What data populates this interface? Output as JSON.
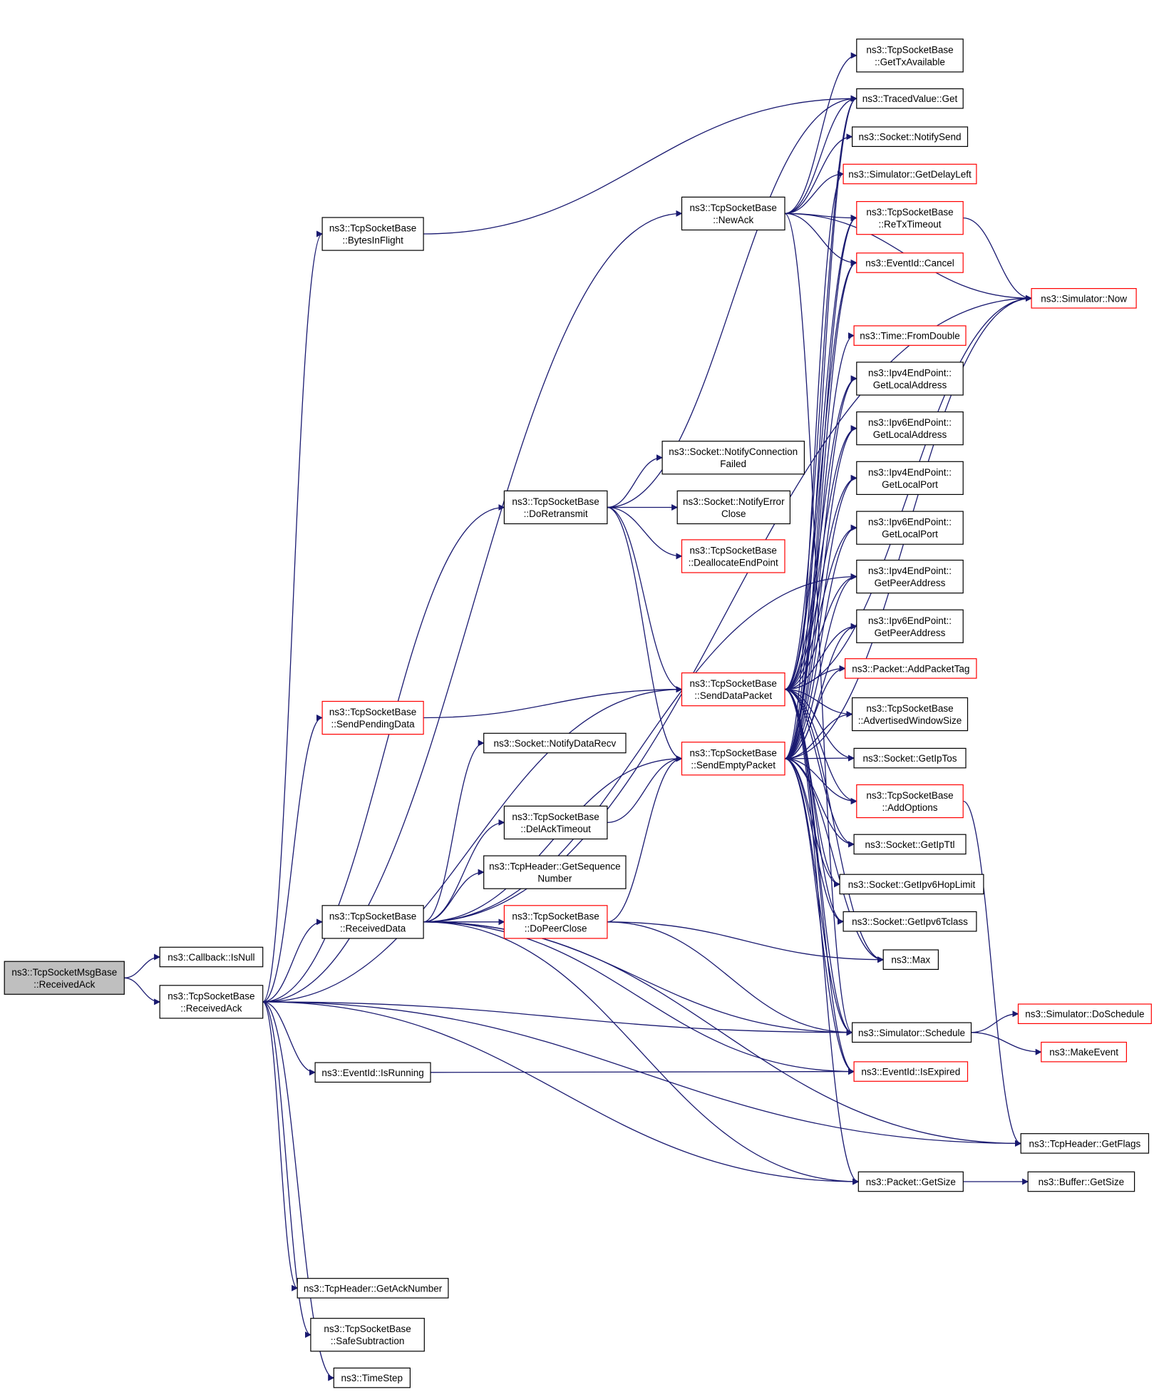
{
  "colors": {
    "edge": "#191970",
    "border_normal": "#000000",
    "border_truncated": "#ff0000",
    "fill_root": "#bfbfbf",
    "fill_node": "#ffffff"
  },
  "nodes": [
    {
      "id": "root",
      "lines": [
        "ns3::TcpSocketMsgBase",
        "::ReceivedAck"
      ],
      "style": "root"
    },
    {
      "id": "isnull",
      "lines": [
        "ns3::Callback::IsNull"
      ],
      "style": "normal"
    },
    {
      "id": "receivedack",
      "lines": [
        "ns3::TcpSocketBase",
        "::ReceivedAck"
      ],
      "style": "normal"
    },
    {
      "id": "bytesinflight",
      "lines": [
        "ns3::TcpSocketBase",
        "::BytesInFlight"
      ],
      "style": "normal"
    },
    {
      "id": "sendpendingdata",
      "lines": [
        "ns3::TcpSocketBase",
        "::SendPendingData"
      ],
      "style": "truncated"
    },
    {
      "id": "receiveddata",
      "lines": [
        "ns3::TcpSocketBase",
        "::ReceivedData"
      ],
      "style": "normal"
    },
    {
      "id": "isrunning",
      "lines": [
        "ns3::EventId::IsRunning"
      ],
      "style": "normal"
    },
    {
      "id": "getacknumber",
      "lines": [
        "ns3::TcpHeader::GetAckNumber"
      ],
      "style": "normal"
    },
    {
      "id": "safesub",
      "lines": [
        "ns3::TcpSocketBase",
        "::SafeSubtraction"
      ],
      "style": "normal"
    },
    {
      "id": "timestep",
      "lines": [
        "ns3::TimeStep"
      ],
      "style": "normal"
    },
    {
      "id": "newack",
      "lines": [
        "ns3::TcpSocketBase",
        "::NewAck"
      ],
      "style": "normal"
    },
    {
      "id": "doretransmit",
      "lines": [
        "ns3::TcpSocketBase",
        "::DoRetransmit"
      ],
      "style": "normal"
    },
    {
      "id": "notifyconnfailed",
      "lines": [
        "ns3::Socket::NotifyConnection",
        "Failed"
      ],
      "style": "normal"
    },
    {
      "id": "notifyerrorclose",
      "lines": [
        "ns3::Socket::NotifyError",
        "Close"
      ],
      "style": "normal"
    },
    {
      "id": "deallocendpoint",
      "lines": [
        "ns3::TcpSocketBase",
        "::DeallocateEndPoint"
      ],
      "style": "truncated"
    },
    {
      "id": "senddatapacket",
      "lines": [
        "ns3::TcpSocketBase",
        "::SendDataPacket"
      ],
      "style": "truncated"
    },
    {
      "id": "notifydatarecv",
      "lines": [
        "ns3::Socket::NotifyDataRecv"
      ],
      "style": "normal"
    },
    {
      "id": "sendemptypacket",
      "lines": [
        "ns3::TcpSocketBase",
        "::SendEmptyPacket"
      ],
      "style": "truncated"
    },
    {
      "id": "delacktimeout",
      "lines": [
        "ns3::TcpSocketBase",
        "::DelAckTimeout"
      ],
      "style": "normal"
    },
    {
      "id": "getseqnum",
      "lines": [
        "ns3::TcpHeader::GetSequence",
        "Number"
      ],
      "style": "normal"
    },
    {
      "id": "dopeerclose",
      "lines": [
        "ns3::TcpSocketBase",
        "::DoPeerClose"
      ],
      "style": "truncated"
    },
    {
      "id": "gettxavail",
      "lines": [
        "ns3::TcpSocketBase",
        "::GetTxAvailable"
      ],
      "style": "normal"
    },
    {
      "id": "tracedget",
      "lines": [
        "ns3::TracedValue::Get"
      ],
      "style": "normal"
    },
    {
      "id": "notifysend",
      "lines": [
        "ns3::Socket::NotifySend"
      ],
      "style": "normal"
    },
    {
      "id": "getdelayleft",
      "lines": [
        "ns3::Simulator::GetDelayLeft"
      ],
      "style": "truncated"
    },
    {
      "id": "retxtimeout",
      "lines": [
        "ns3::TcpSocketBase",
        "::ReTxTimeout"
      ],
      "style": "truncated"
    },
    {
      "id": "cancel",
      "lines": [
        "ns3::EventId::Cancel"
      ],
      "style": "truncated"
    },
    {
      "id": "fromdouble",
      "lines": [
        "ns3::Time::FromDouble"
      ],
      "style": "truncated"
    },
    {
      "id": "ipv4localaddr",
      "lines": [
        "ns3::Ipv4EndPoint::",
        "GetLocalAddress"
      ],
      "style": "normal"
    },
    {
      "id": "ipv6localaddr",
      "lines": [
        "ns3::Ipv6EndPoint::",
        "GetLocalAddress"
      ],
      "style": "normal"
    },
    {
      "id": "ipv4localport",
      "lines": [
        "ns3::Ipv4EndPoint::",
        "GetLocalPort"
      ],
      "style": "normal"
    },
    {
      "id": "ipv6localport",
      "lines": [
        "ns3::Ipv6EndPoint::",
        "GetLocalPort"
      ],
      "style": "normal"
    },
    {
      "id": "ipv4peeraddr",
      "lines": [
        "ns3::Ipv4EndPoint::",
        "GetPeerAddress"
      ],
      "style": "normal"
    },
    {
      "id": "ipv6peeraddr",
      "lines": [
        "ns3::Ipv6EndPoint::",
        "GetPeerAddress"
      ],
      "style": "normal"
    },
    {
      "id": "addpackettag",
      "lines": [
        "ns3::Packet::AddPacketTag"
      ],
      "style": "truncated"
    },
    {
      "id": "advwinsize",
      "lines": [
        "ns3::TcpSocketBase",
        "::AdvertisedWindowSize"
      ],
      "style": "normal"
    },
    {
      "id": "getiptos",
      "lines": [
        "ns3::Socket::GetIpTos"
      ],
      "style": "normal"
    },
    {
      "id": "addoptions",
      "lines": [
        "ns3::TcpSocketBase",
        "::AddOptions"
      ],
      "style": "truncated"
    },
    {
      "id": "getipttl",
      "lines": [
        "ns3::Socket::GetIpTtl"
      ],
      "style": "normal"
    },
    {
      "id": "getipv6hop",
      "lines": [
        "ns3::Socket::GetIpv6HopLimit"
      ],
      "style": "normal"
    },
    {
      "id": "getipv6tclass",
      "lines": [
        "ns3::Socket::GetIpv6Tclass"
      ],
      "style": "normal"
    },
    {
      "id": "max",
      "lines": [
        "ns3::Max"
      ],
      "style": "normal"
    },
    {
      "id": "schedule",
      "lines": [
        "ns3::Simulator::Schedule"
      ],
      "style": "normal"
    },
    {
      "id": "isexpired",
      "lines": [
        "ns3::EventId::IsExpired"
      ],
      "style": "truncated"
    },
    {
      "id": "packetgetsize",
      "lines": [
        "ns3::Packet::GetSize"
      ],
      "style": "normal"
    },
    {
      "id": "now",
      "lines": [
        "ns3::Simulator::Now"
      ],
      "style": "truncated"
    },
    {
      "id": "doschedule",
      "lines": [
        "ns3::Simulator::DoSchedule"
      ],
      "style": "truncated"
    },
    {
      "id": "makeevent",
      "lines": [
        "ns3::MakeEvent"
      ],
      "style": "truncated"
    },
    {
      "id": "getflags",
      "lines": [
        "ns3::TcpHeader::GetFlags"
      ],
      "style": "normal"
    },
    {
      "id": "buffergetsize",
      "lines": [
        "ns3::Buffer::GetSize"
      ],
      "style": "normal"
    }
  ],
  "edges": [
    [
      "root",
      "isnull"
    ],
    [
      "root",
      "receivedack"
    ],
    [
      "receivedack",
      "bytesinflight"
    ],
    [
      "receivedack",
      "newack"
    ],
    [
      "receivedack",
      "doretransmit"
    ],
    [
      "receivedack",
      "senddatapacket"
    ],
    [
      "receivedack",
      "sendpendingdata"
    ],
    [
      "receivedack",
      "receiveddata"
    ],
    [
      "receivedack",
      "schedule"
    ],
    [
      "receivedack",
      "isrunning"
    ],
    [
      "receivedack",
      "packetgetsize"
    ],
    [
      "receivedack",
      "getflags"
    ],
    [
      "receivedack",
      "getacknumber"
    ],
    [
      "receivedack",
      "safesub"
    ],
    [
      "receivedack",
      "timestep"
    ],
    [
      "bytesinflight",
      "tracedget"
    ],
    [
      "newack",
      "gettxavail"
    ],
    [
      "newack",
      "tracedget"
    ],
    [
      "newack",
      "notifysend"
    ],
    [
      "newack",
      "getdelayleft"
    ],
    [
      "newack",
      "retxtimeout"
    ],
    [
      "newack",
      "cancel"
    ],
    [
      "newack",
      "now"
    ],
    [
      "newack",
      "schedule"
    ],
    [
      "doretransmit",
      "notifyconnfailed"
    ],
    [
      "doretransmit",
      "notifyerrorclose"
    ],
    [
      "doretransmit",
      "deallocendpoint"
    ],
    [
      "doretransmit",
      "senddatapacket"
    ],
    [
      "doretransmit",
      "sendemptypacket"
    ],
    [
      "doretransmit",
      "tracedget"
    ],
    [
      "sendpendingdata",
      "senddatapacket"
    ],
    [
      "receiveddata",
      "notifydatarecv"
    ],
    [
      "receiveddata",
      "sendemptypacket"
    ],
    [
      "receiveddata",
      "delacktimeout"
    ],
    [
      "receiveddata",
      "getseqnum"
    ],
    [
      "receiveddata",
      "dopeerclose"
    ],
    [
      "receiveddata",
      "schedule"
    ],
    [
      "receiveddata",
      "isexpired"
    ],
    [
      "receiveddata",
      "packetgetsize"
    ],
    [
      "receiveddata",
      "getflags"
    ],
    [
      "receiveddata",
      "now"
    ],
    [
      "receiveddata",
      "ipv4peeraddr"
    ],
    [
      "delacktimeout",
      "sendemptypacket"
    ],
    [
      "dopeerclose",
      "sendemptypacket"
    ],
    [
      "dopeerclose",
      "schedule"
    ],
    [
      "dopeerclose",
      "max"
    ],
    [
      "isrunning",
      "isexpired"
    ],
    [
      "senddatapacket",
      "tracedget"
    ],
    [
      "senddatapacket",
      "retxtimeout"
    ],
    [
      "senddatapacket",
      "cancel"
    ],
    [
      "senddatapacket",
      "ipv4localaddr"
    ],
    [
      "senddatapacket",
      "ipv6localaddr"
    ],
    [
      "senddatapacket",
      "ipv4localport"
    ],
    [
      "senddatapacket",
      "ipv6localport"
    ],
    [
      "senddatapacket",
      "ipv4peeraddr"
    ],
    [
      "senddatapacket",
      "ipv6peeraddr"
    ],
    [
      "senddatapacket",
      "addpackettag"
    ],
    [
      "senddatapacket",
      "advwinsize"
    ],
    [
      "senddatapacket",
      "getiptos"
    ],
    [
      "senddatapacket",
      "addoptions"
    ],
    [
      "senddatapacket",
      "getipttl"
    ],
    [
      "senddatapacket",
      "getipv6hop"
    ],
    [
      "senddatapacket",
      "getipv6tclass"
    ],
    [
      "senddatapacket",
      "max"
    ],
    [
      "senddatapacket",
      "schedule"
    ],
    [
      "senddatapacket",
      "isexpired"
    ],
    [
      "senddatapacket",
      "packetgetsize"
    ],
    [
      "senddatapacket",
      "now"
    ],
    [
      "sendemptypacket",
      "tracedget"
    ],
    [
      "sendemptypacket",
      "getdelayleft"
    ],
    [
      "sendemptypacket",
      "retxtimeout"
    ],
    [
      "sendemptypacket",
      "cancel"
    ],
    [
      "sendemptypacket",
      "fromdouble"
    ],
    [
      "sendemptypacket",
      "ipv4localaddr"
    ],
    [
      "sendemptypacket",
      "ipv6localaddr"
    ],
    [
      "sendemptypacket",
      "ipv4localport"
    ],
    [
      "sendemptypacket",
      "ipv6localport"
    ],
    [
      "sendemptypacket",
      "ipv4peeraddr"
    ],
    [
      "sendemptypacket",
      "ipv6peeraddr"
    ],
    [
      "sendemptypacket",
      "addpackettag"
    ],
    [
      "sendemptypacket",
      "advwinsize"
    ],
    [
      "sendemptypacket",
      "getiptos"
    ],
    [
      "sendemptypacket",
      "addoptions"
    ],
    [
      "sendemptypacket",
      "getipttl"
    ],
    [
      "sendemptypacket",
      "getipv6hop"
    ],
    [
      "sendemptypacket",
      "getipv6tclass"
    ],
    [
      "sendemptypacket",
      "max"
    ],
    [
      "sendemptypacket",
      "schedule"
    ],
    [
      "sendemptypacket",
      "isexpired"
    ],
    [
      "sendemptypacket",
      "now"
    ],
    [
      "retxtimeout",
      "now"
    ],
    [
      "addoptions",
      "getflags"
    ],
    [
      "schedule",
      "doschedule"
    ],
    [
      "schedule",
      "makeevent"
    ],
    [
      "packetgetsize",
      "buffergetsize"
    ]
  ]
}
